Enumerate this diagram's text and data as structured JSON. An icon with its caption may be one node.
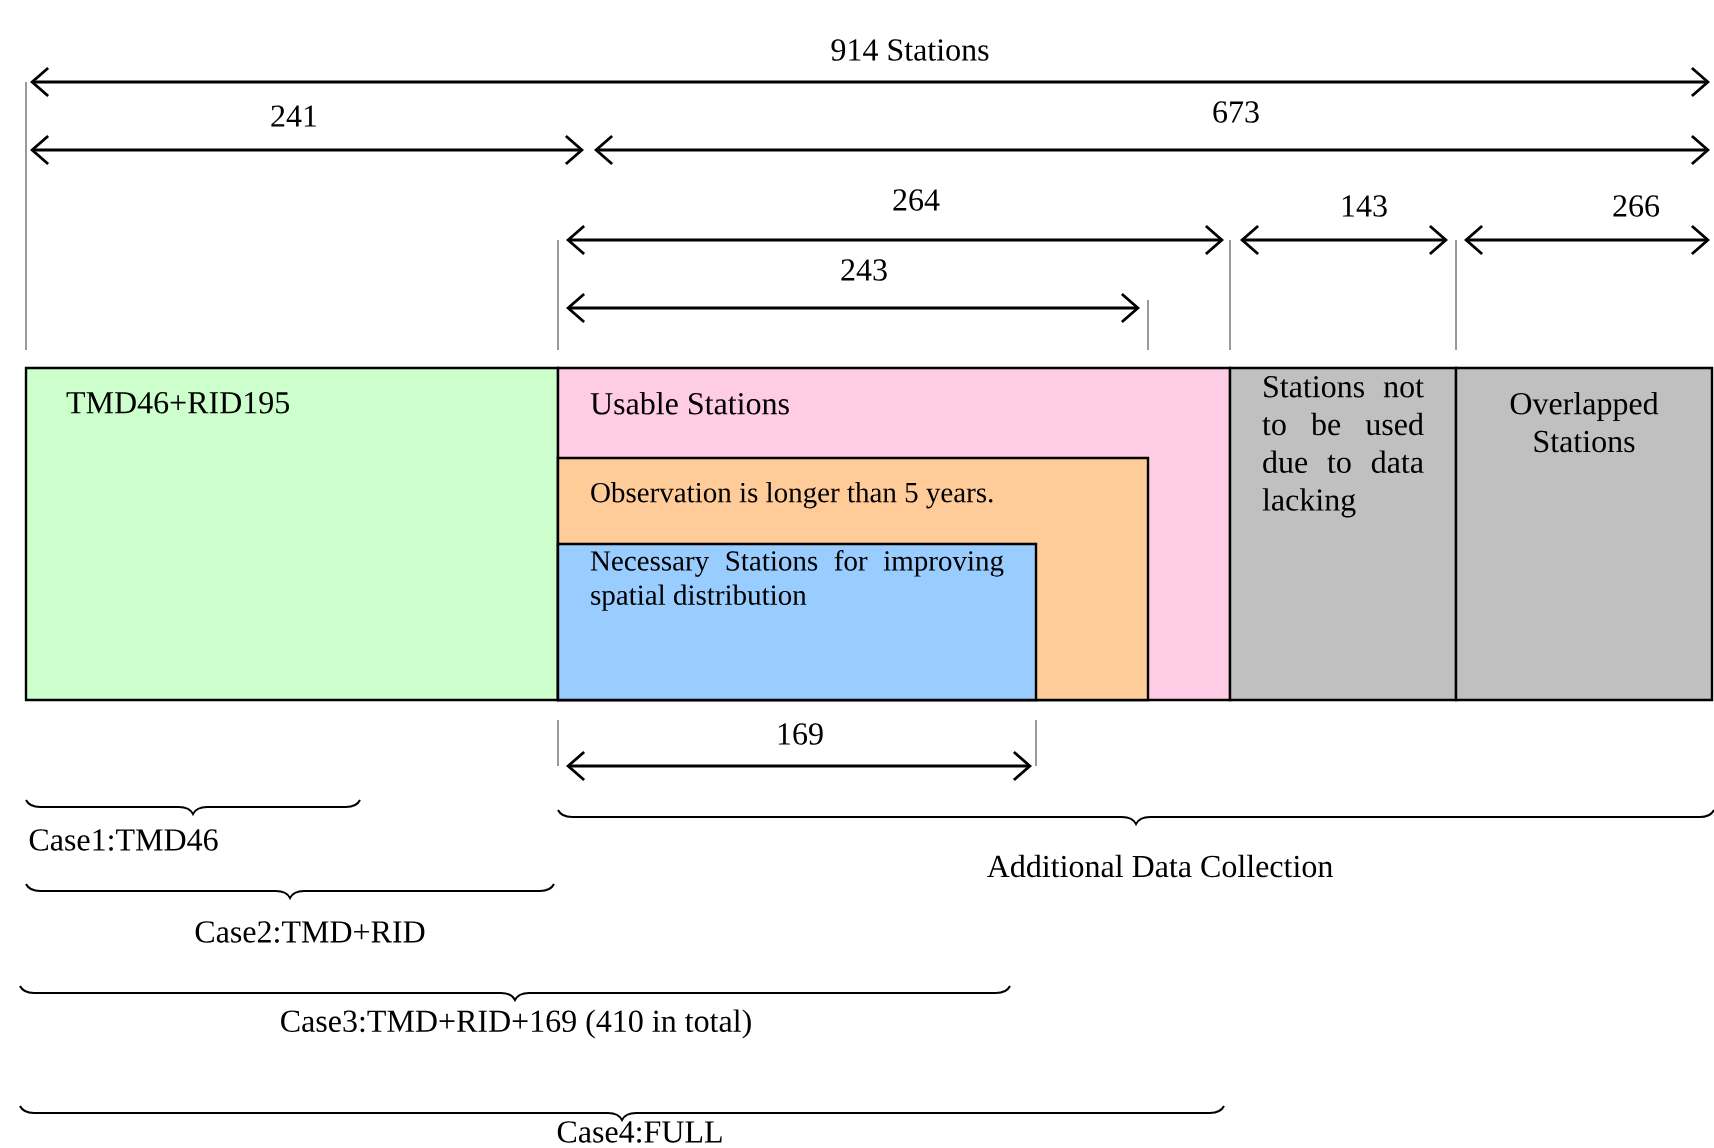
{
  "diagram": {
    "nodes": [
      {
        "text": [
          "TMD46+RID195"
        ]
      },
      {
        "text": [
          "Usable Stations"
        ]
      },
      {
        "text": [
          "Observation is longer than 5 years."
        ],
        "in": 1
      },
      {
        "text": [
          "Necessary Stations for improving spatial distribution"
        ],
        "in": 2
      },
      {
        "text": [
          "Stations not to be used due to data lacking"
        ]
      },
      {
        "text": [
          "Overlapped Stations"
        ]
      }
    ],
    "labels": [
      "914 Stations",
      "241",
      "673",
      "264",
      "143",
      "266",
      "243",
      "169",
      "Case1:TMD46",
      "Additional Data Collection",
      "Case2:TMD+RID",
      "Case3:TMD+RID+169 (410 in total)",
      "Case4:FULL"
    ]
  }
}
